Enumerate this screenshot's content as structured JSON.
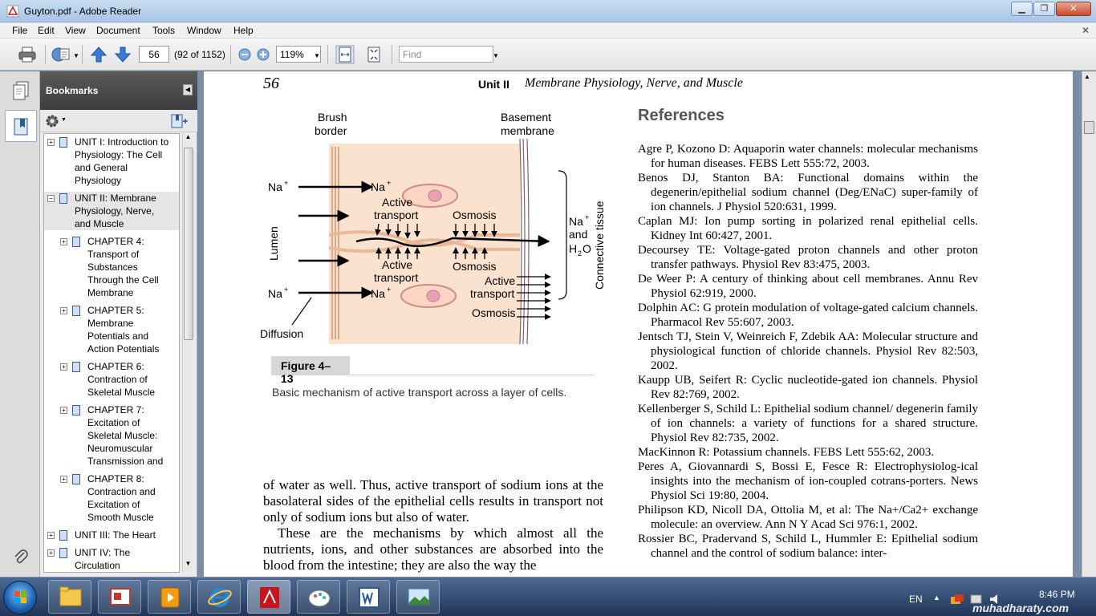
{
  "window": {
    "title": "Guyton.pdf - Adobe Reader"
  },
  "menu": [
    "File",
    "Edit",
    "View",
    "Document",
    "Tools",
    "Window",
    "Help"
  ],
  "toolbar": {
    "page_number": "56",
    "page_count": "(92 of 1152)",
    "zoom": "119%",
    "find_placeholder": "Find"
  },
  "bookmarks": {
    "title": "Bookmarks",
    "items": [
      {
        "label_lines": [
          "UNIT I: Introduction to",
          "Physiology: The Cell",
          "and General",
          "Physiology"
        ],
        "expander": "+",
        "level": 0,
        "selected": false
      },
      {
        "label_lines": [
          "UNIT II: Membrane",
          "Physiology, Nerve,",
          "and Muscle"
        ],
        "expander": "−",
        "level": 0,
        "selected": true
      },
      {
        "label_lines": [
          "CHAPTER 4:",
          "Transport of",
          "Substances",
          "Through the Cell",
          "Membrane"
        ],
        "expander": "+",
        "level": 1,
        "selected": false
      },
      {
        "label_lines": [
          "CHAPTER 5:",
          "Membrane",
          "Potentials and",
          "Action Potentials"
        ],
        "expander": "+",
        "level": 1,
        "selected": false
      },
      {
        "label_lines": [
          "CHAPTER 6:",
          "Contraction of",
          "Skeletal Muscle"
        ],
        "expander": "+",
        "level": 1,
        "selected": false
      },
      {
        "label_lines": [
          "CHAPTER 7:",
          "Excitation of",
          "Skeletal Muscle:",
          "Neuromuscular",
          "Transmission and"
        ],
        "expander": "+",
        "level": 1,
        "selected": false
      },
      {
        "label_lines": [
          "CHAPTER 8:",
          "Contraction and",
          "Excitation of",
          "Smooth Muscle"
        ],
        "expander": "+",
        "level": 1,
        "selected": false
      },
      {
        "label_lines": [
          "UNIT III: The Heart"
        ],
        "expander": "+",
        "level": 0,
        "selected": false
      },
      {
        "label_lines": [
          "UNIT IV: The",
          "Circulation"
        ],
        "expander": "+",
        "level": 0,
        "selected": false
      }
    ]
  },
  "page": {
    "number": "56",
    "unit": "Unit II",
    "section": "Membrane Physiology, Nerve, and Muscle",
    "figure": {
      "label": "Figure 4–13",
      "caption": "Basic mechanism of active transport across a layer of cells.",
      "labels": {
        "brush_border": [
          "Brush",
          "border"
        ],
        "basement_membrane": [
          "Basement",
          "membrane"
        ],
        "na": "Na",
        "plus": "+",
        "active_transport": [
          "Active",
          "transport"
        ],
        "osmosis": "Osmosis",
        "lumen": "Lumen",
        "diffusion": "Diffusion",
        "connective_tissue": "Connective tissue",
        "na_and_water": [
          "Na",
          "and",
          "H",
          "2",
          "O"
        ]
      }
    },
    "body_paragraphs": [
      "of water as well. Thus, active transport of sodium ions at the basolateral sides of the epithelial cells results in transport not only of sodium ions but also of water.",
      "These are the mechanisms by which almost all the nutrients, ions, and other substances are absorbed into the blood from the intestine; they are also the way the"
    ],
    "references_title": "References",
    "references": [
      "Agre P, Kozono D: Aquaporin water channels: molecular mechanisms for human diseases. FEBS Lett 555:72, 2003.",
      "Benos DJ, Stanton BA: Functional domains within the degenerin/epithelial sodium channel (Deg/ENaC) super-family of ion channels. J Physiol 520:631, 1999.",
      "Caplan MJ: Ion pump sorting in polarized renal epithelial cells. Kidney Int 60:427, 2001.",
      "Decoursey TE: Voltage-gated proton channels and other proton transfer pathways. Physiol Rev 83:475, 2003.",
      "De Weer P: A century of thinking about cell membranes. Annu Rev Physiol 62:919, 2000.",
      "Dolphin AC: G protein modulation of voltage-gated calcium channels. Pharmacol Rev 55:607, 2003.",
      "Jentsch TJ, Stein V, Weinreich F, Zdebik AA: Molecular structure and physiological function of chloride channels. Physiol Rev 82:503, 2002.",
      "Kaupp UB, Seifert R: Cyclic nucleotide-gated ion channels. Physiol Rev 82:769, 2002.",
      "Kellenberger S, Schild L: Epithelial sodium channel/ degenerin family of ion channels: a variety of functions for a shared structure. Physiol Rev 82:735, 2002.",
      "MacKinnon R: Potassium channels. FEBS Lett 555:62, 2003.",
      "Peres A, Giovannardi S, Bossi E, Fesce R: Electrophysiolog-ical insights into the mechanism of ion-coupled cotrans-porters. News Physiol Sci 19:80, 2004.",
      "Philipson KD, Nicoll DA, Ottolia M, et al: The Na+/Ca2+ exchange molecule: an overview. Ann N Y Acad Sci 976:1, 2002.",
      "Rossier BC, Pradervand S, Schild L, Hummler E: Epithelial sodium channel and the control of sodium balance: inter-"
    ]
  },
  "taskbar": {
    "language": "EN",
    "time": "8:46 PM",
    "watermark": "muhadharaty.com"
  },
  "colors": {
    "taskbar": "#1f3558",
    "titlebar": "#a9c5e6",
    "cell_fill": "#f9dcc4",
    "reader_red": "#c4161c"
  }
}
